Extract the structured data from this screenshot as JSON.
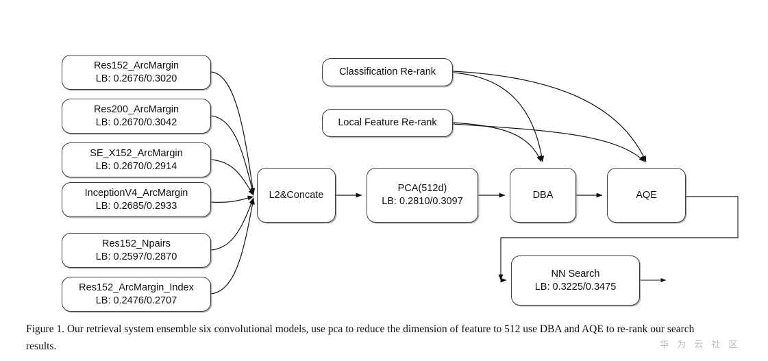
{
  "figure": {
    "caption": "Figure 1. Our retrieval system ensemble six convolutional models, use pca to reduce the dimension of feature to 512 use DBA and AQE to re-rank our search results.",
    "watermark": "华 为 云 社 区",
    "background_color": "#ffffff",
    "node_border_color": "#3b3b3b",
    "edge_color": "#1a1a1a"
  },
  "models": [
    {
      "name": "Res152_ArcMargin",
      "score": "LB: 0.2676/0.3020"
    },
    {
      "name": "Res200_ArcMargin",
      "score": "LB: 0.2670/0.3042"
    },
    {
      "name": "SE_X152_ArcMargin",
      "score": "LB: 0.2670/0.2914"
    },
    {
      "name": "InceptionV4_ArcMargin",
      "score": "LB: 0.2685/0.2933"
    },
    {
      "name": "Res152_Npairs",
      "score": "LB: 0.2597/0.2870"
    },
    {
      "name": "Res152_ArcMargin_Index",
      "score": "LB: 0.2476/0.2707"
    }
  ],
  "pipeline": {
    "l2": {
      "name": "L2&Concate",
      "score": ""
    },
    "pca": {
      "name": "PCA(512d)",
      "score": "LB: 0.2810/0.3097"
    },
    "dba": {
      "name": "DBA",
      "score": ""
    },
    "aqe": {
      "name": "AQE",
      "score": ""
    },
    "nn": {
      "name": "NN Search",
      "score": "LB: 0.3225/0.3475"
    }
  },
  "rerank": {
    "classification": "Classification Re-rank",
    "local_feature": "Local Feature Re-rank"
  }
}
